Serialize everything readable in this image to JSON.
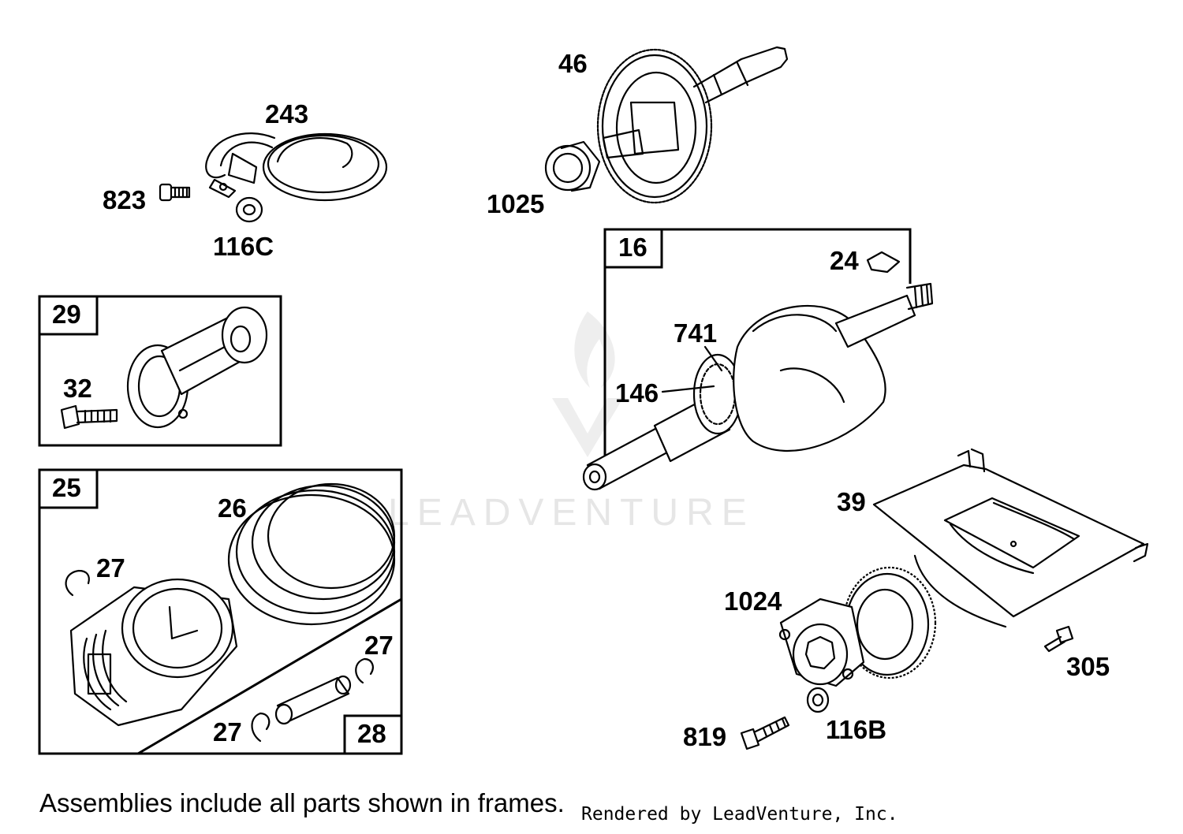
{
  "watermark": "LEADVENTURE",
  "labels": {
    "l46": "46",
    "l243": "243",
    "l823": "823",
    "l116c": "116C",
    "l1025": "1025",
    "l16": "16",
    "l24": "24",
    "l741": "741",
    "l146": "146",
    "l29": "29",
    "l32": "32",
    "l25": "25",
    "l26": "26",
    "l27a": "27",
    "l27b": "27",
    "l27c": "27",
    "l28": "28",
    "l39": "39",
    "l1024": "1024",
    "l305": "305",
    "l819": "819",
    "l116b": "116B"
  },
  "footer": {
    "note": "Assemblies include all parts shown in frames.",
    "credit": "Rendered by LeadVenture, Inc."
  }
}
